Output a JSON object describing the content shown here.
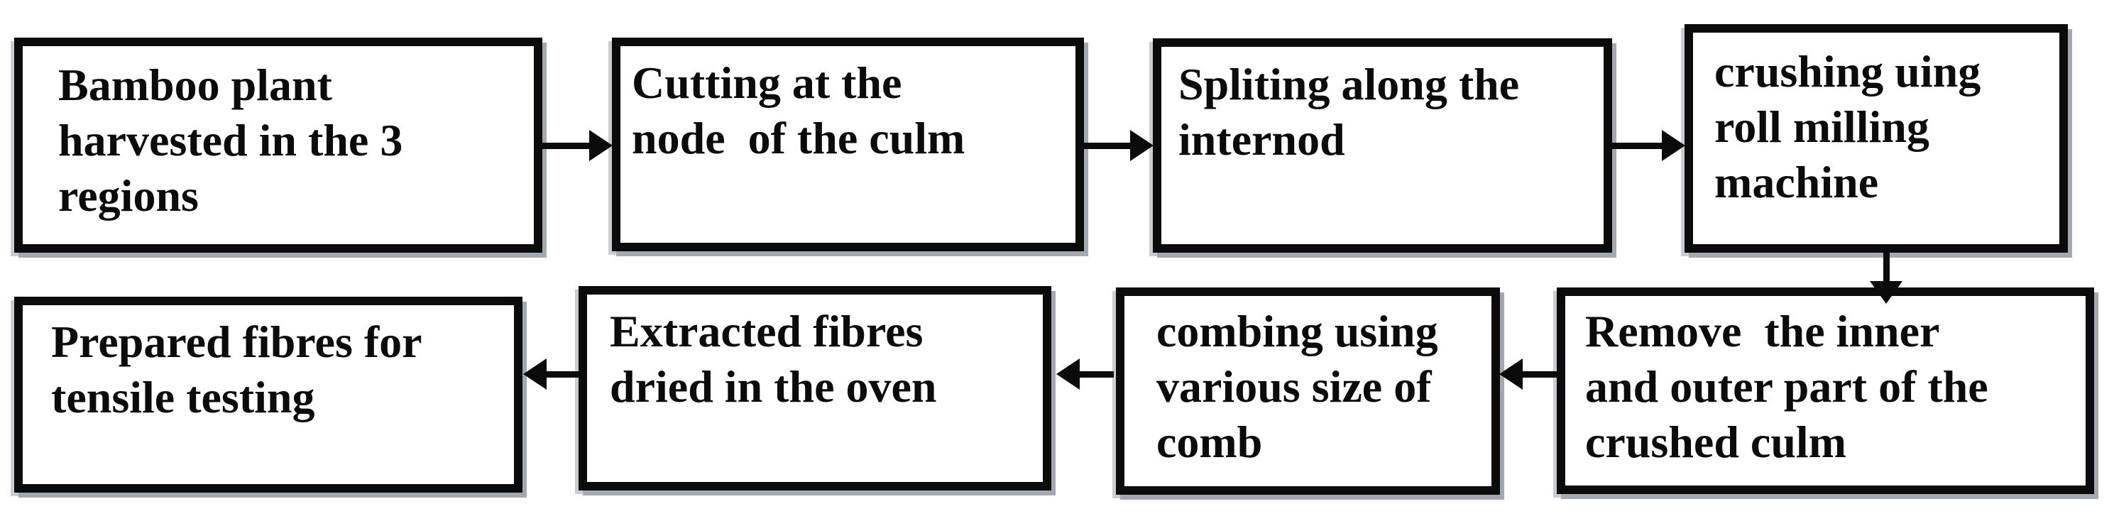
{
  "flowchart": {
    "description": "Bamboo fibre extraction process flow diagram",
    "colors": {
      "background": "#ffffff",
      "box_border": "#0b0b0b",
      "text": "#0b0b0b",
      "arrow": "#0b0b0b",
      "shadow": "#a2a9b0"
    },
    "nodes": [
      {
        "lines": [
          "Bamboo plant",
          "harvested in the 3",
          "regions"
        ]
      },
      {
        "lines": [
          "Cutting at the",
          "node  of the culm"
        ]
      },
      {
        "lines": [
          "Spliting along the",
          "internod"
        ]
      },
      {
        "lines": [
          "crushing uing",
          "roll milling",
          "machine"
        ]
      },
      {
        "lines": [
          "Remove  the inner",
          "and outer part of the",
          "crushed culm"
        ]
      },
      {
        "lines": [
          "combing using",
          "various size of",
          "comb"
        ]
      },
      {
        "lines": [
          "Extracted fibres",
          "dried in the oven"
        ]
      },
      {
        "lines": [
          "Prepared fibres for",
          "tensile testing"
        ]
      }
    ]
  }
}
